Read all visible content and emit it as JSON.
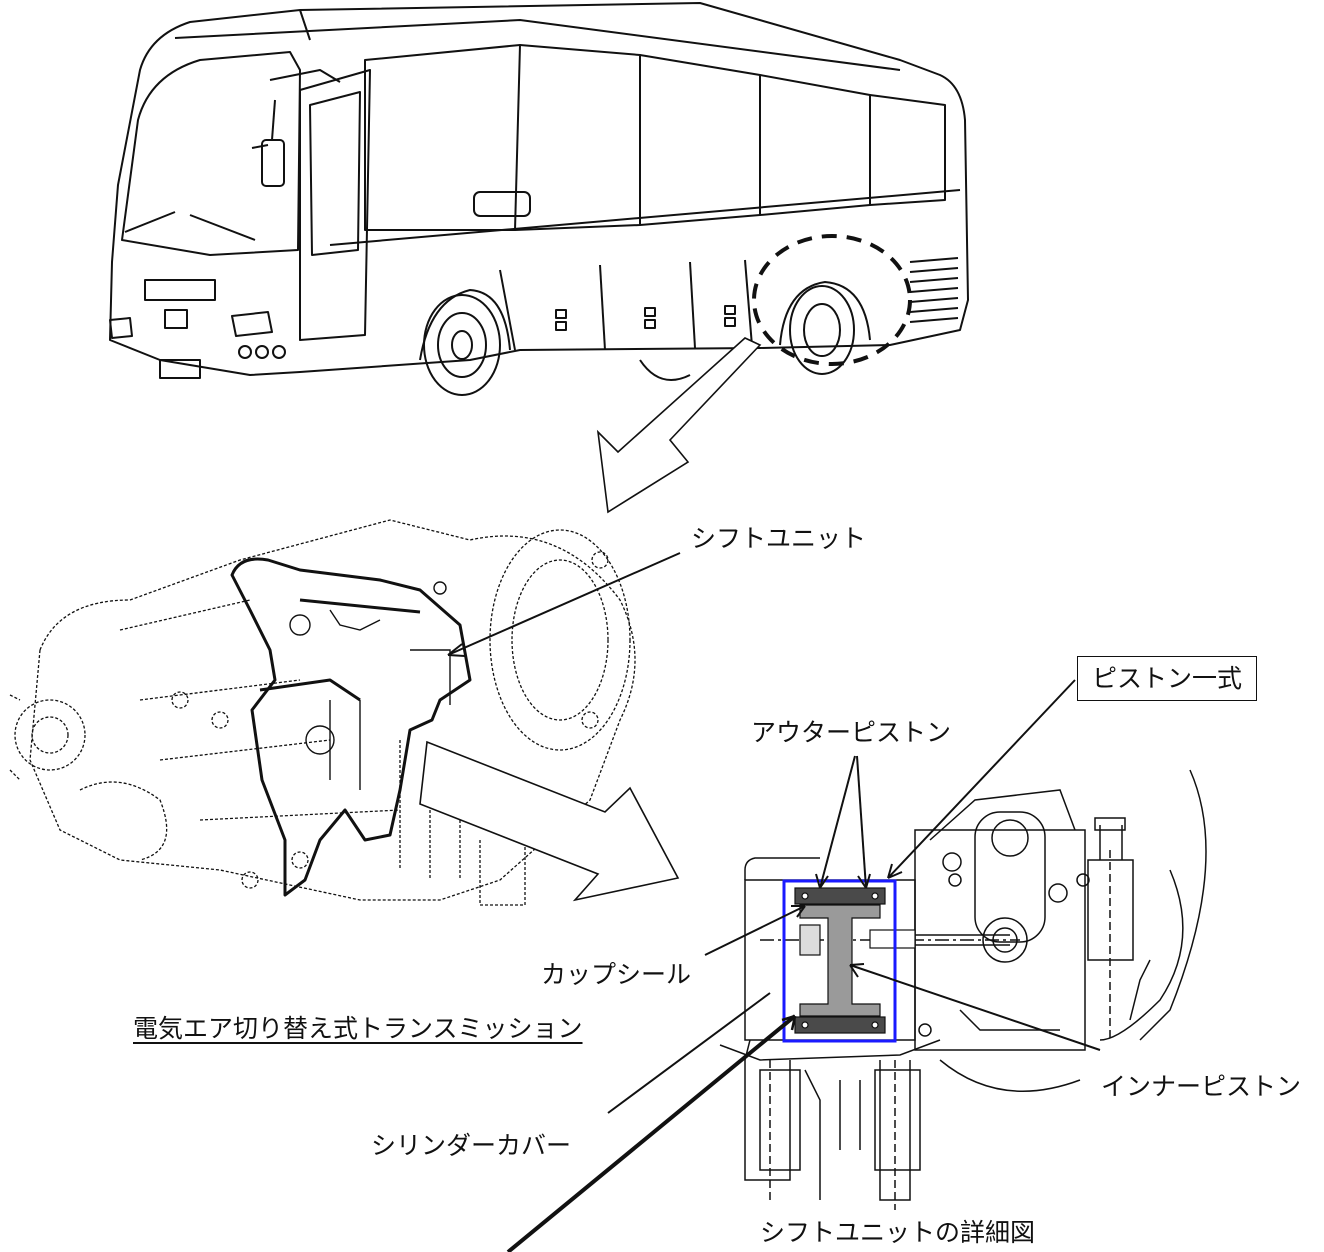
{
  "labels": {
    "shift_unit": "シフトユニット",
    "piston_set": "ピストン一式",
    "outer_piston": "アウターピストン",
    "cup_seal": "カップシール",
    "transmission": "電気エア切り替え式トランスミッション",
    "cylinder_cover": "シリンダーカバー",
    "inner_piston": "インナーピストン",
    "detail_caption": "シフトユニットの詳細図"
  },
  "colors": {
    "line": "#111111",
    "highlight_frame": "#1a1aff",
    "piston_fill": "#9a9a9a",
    "piston_dark": "#4a4a4a"
  },
  "icons": {
    "bus": "coach-bus-illustration",
    "transmission": "transmission-illustration",
    "shift_unit": "shift-unit-illustration"
  }
}
